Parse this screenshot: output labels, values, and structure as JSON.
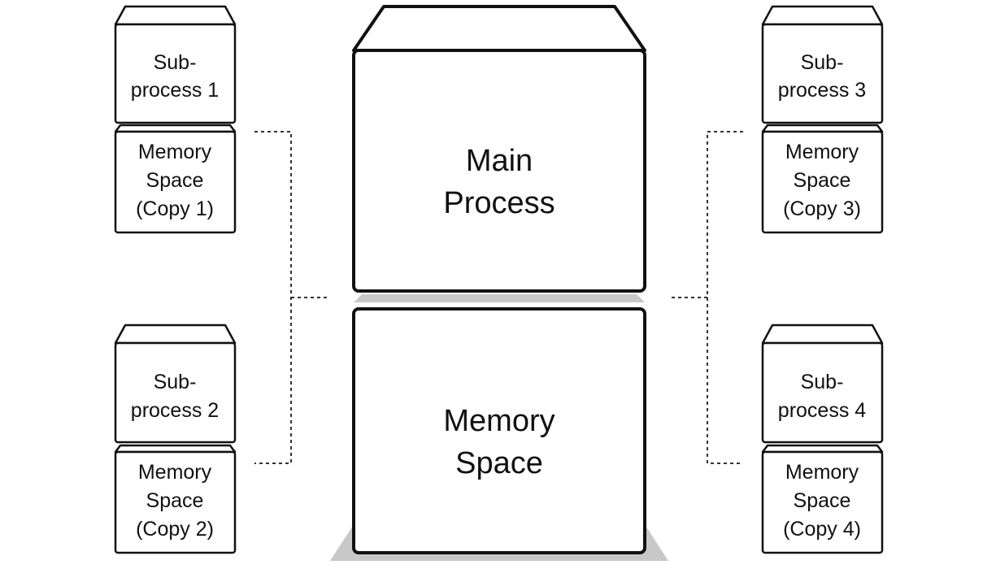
{
  "main": {
    "process_lines": [
      "Main",
      "Process"
    ],
    "memory_lines": [
      "Memory",
      "Space"
    ]
  },
  "subprocesses": [
    {
      "process_lines": [
        "Sub-",
        "process 1"
      ],
      "memory_lines": [
        "Memory",
        "Space",
        "(Copy 1)"
      ]
    },
    {
      "process_lines": [
        "Sub-",
        "process 2"
      ],
      "memory_lines": [
        "Memory",
        "Space",
        "(Copy 2)"
      ]
    },
    {
      "process_lines": [
        "Sub-",
        "process 3"
      ],
      "memory_lines": [
        "Memory",
        "Space",
        "(Copy 3)"
      ]
    },
    {
      "process_lines": [
        "Sub-",
        "process 4"
      ],
      "memory_lines": [
        "Memory",
        "Space",
        "(Copy 4)"
      ]
    }
  ],
  "colors": {
    "stroke": "#111111",
    "shadow": "#c8c8c8",
    "connector": "#333333"
  }
}
